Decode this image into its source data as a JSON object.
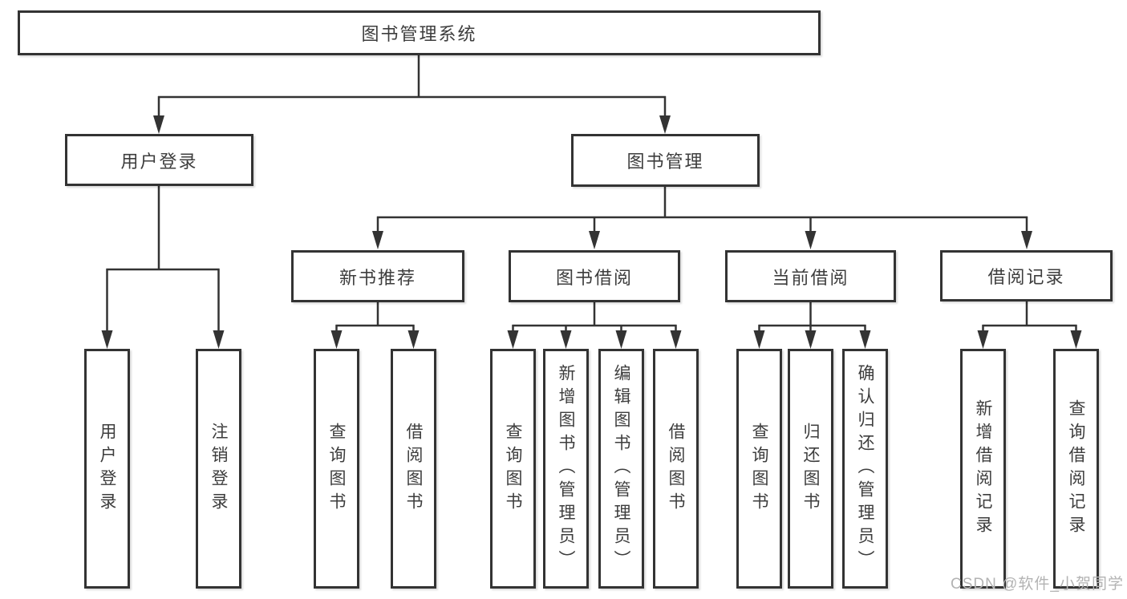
{
  "tree": {
    "label": "图书管理系统",
    "children": [
      {
        "label": "用户登录",
        "children": [
          {
            "label": "用户登录"
          },
          {
            "label": "注销登录"
          }
        ]
      },
      {
        "label": "图书管理",
        "children": [
          {
            "label": "新书推荐",
            "children": [
              {
                "label": "查询图书"
              },
              {
                "label": "借阅图书"
              }
            ]
          },
          {
            "label": "图书借阅",
            "children": [
              {
                "label": "查询图书"
              },
              {
                "label": "新增图书（管理员）"
              },
              {
                "label": "编辑图书（管理员）"
              },
              {
                "label": "借阅图书"
              }
            ]
          },
          {
            "label": "当前借阅",
            "children": [
              {
                "label": "查询图书"
              },
              {
                "label": "归还图书"
              },
              {
                "label": "确认归还（管理员）"
              }
            ]
          },
          {
            "label": "借阅记录",
            "children": [
              {
                "label": "新增借阅记录"
              },
              {
                "label": "查询借阅记录"
              }
            ]
          }
        ]
      }
    ]
  },
  "watermark": {
    "text": "CSDN @软件_小贺同学"
  },
  "colors": {
    "line": "#333333",
    "text": "#3d3d3d",
    "box_fill": "#ffffff",
    "watermark": "#b3b3b3",
    "background": "#ffffff"
  }
}
